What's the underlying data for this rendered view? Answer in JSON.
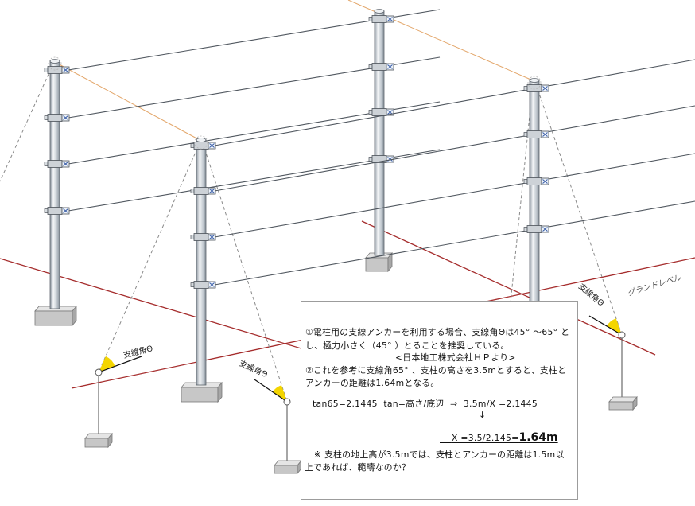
{
  "diagram": {
    "ground_level_label": "グランドレベル",
    "guy_angle_labels": [
      "支線角Θ",
      "支線角Θ",
      "支線角Θ"
    ]
  },
  "note": {
    "line1": "①電柱用の支線アンカーを利用する場合、支線角Θは45° ～65° と",
    "line2": "し、極力小さく（45° ）とることを推奨している。",
    "source": "<日本地工株式会社ＨＰより>",
    "line4": "②これを参考に支線角65° 、支柱の高さを3.5mとすると、支柱と",
    "line5": "アンカーの距離は1.64mとなる。",
    "formula": "tan65=2.1445  tan=高さ/底辺  ⇒  3.5m/X =2.1445",
    "arrow": "↓",
    "result_expr": "X =3.5/2.145=",
    "result_value": "1.64m",
    "question1": "※ 支柱の地上高が3.5mでは、支柱とアンカーの距離は1.5m以",
    "question2": "上であれば、範疇なのか？"
  },
  "colors": {
    "ground_line": "#a52c2c",
    "post_top_line": "#e3a66a",
    "guy_line": "#8a8a8a",
    "angle_marker": "#f4d500",
    "wire": "#50575f",
    "insulator_mark": "#3a5ea8"
  }
}
